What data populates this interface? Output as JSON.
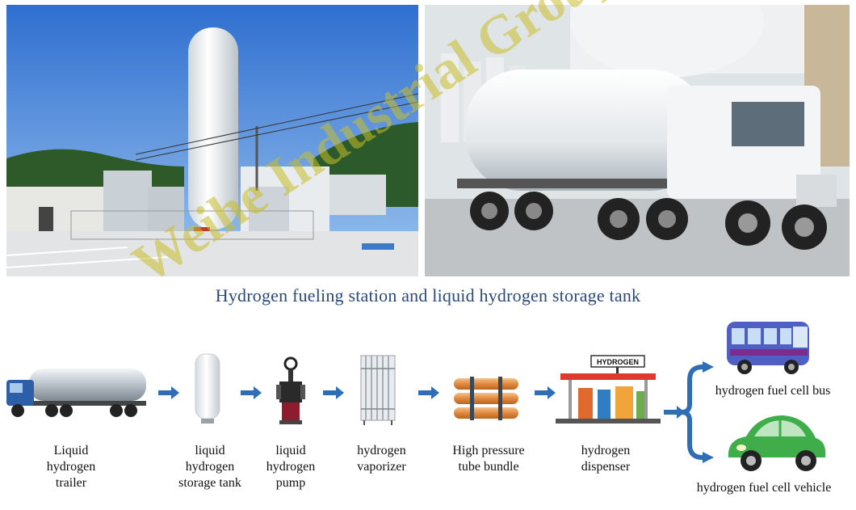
{
  "caption": "Hydrogen fueling station and liquid hydrogen storage tank",
  "watermark": "Weihe Industrial Group Co.,",
  "dispenser_sign": "HYDROGEN",
  "steps": [
    {
      "id": "trailer",
      "label": "Liquid\nhydrogen\ntrailer"
    },
    {
      "id": "storage-tank",
      "label": "liquid\nhydrogen\nstorage tank"
    },
    {
      "id": "pump",
      "label": "liquid\nhydrogen\npump"
    },
    {
      "id": "vaporizer",
      "label": "hydrogen\nvaporizer"
    },
    {
      "id": "tube-bundle",
      "label": "High pressure\ntube bundle"
    },
    {
      "id": "dispenser",
      "label": "hydrogen\ndispenser"
    }
  ],
  "outputs": [
    {
      "id": "bus",
      "label": "hydrogen fuel cell bus"
    },
    {
      "id": "car",
      "label": "hydrogen fuel cell vehicle"
    }
  ],
  "colors": {
    "caption": "#2b4a78",
    "arrow": "#2f6db5",
    "watermark": "#c8be28"
  }
}
